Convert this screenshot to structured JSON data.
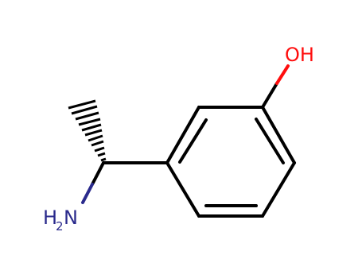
{
  "molecule": {
    "atoms": {
      "hydroxyl": {
        "text": "OH",
        "color": "#ff0d0d"
      },
      "amine": {
        "main": "H",
        "subscript": "2",
        "element": "N",
        "color": "#2a2a8c"
      }
    },
    "colors": {
      "bond": "#000000",
      "oxygen": "#ff0d0d",
      "nitrogen": "#2a2a8c",
      "background": "#ffffff"
    },
    "stereo": "hashed-wedge"
  }
}
